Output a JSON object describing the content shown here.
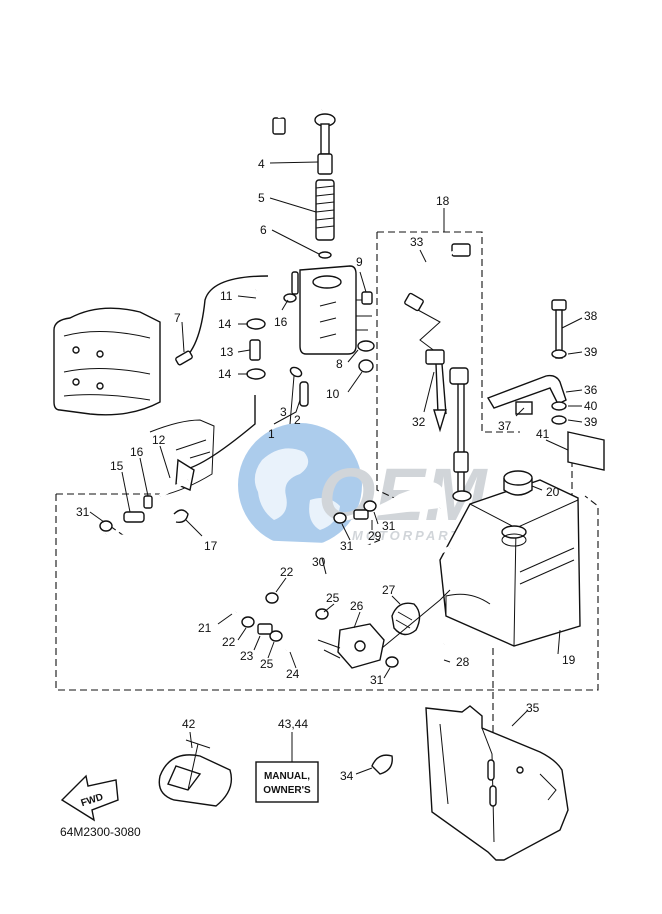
{
  "diagram_code": "64M2300-3080",
  "manual_label": {
    "line1": "MANUAL,",
    "line2": "OWNER'S"
  },
  "fwd_label": "FWD",
  "watermark": {
    "main": "OEM",
    "sub": "MOTORPARTS"
  },
  "colors": {
    "ink": "#111111",
    "watermark_blue": "#4a8fd6",
    "watermark_gray": "#9aa3ad"
  },
  "callouts": {
    "c1": "1",
    "c2": "2",
    "c3": "3",
    "c4": "4",
    "c5": "5",
    "c6": "6",
    "c7": "7",
    "c8": "8",
    "c9": "9",
    "c10": "10",
    "c11": "11",
    "c12": "12",
    "c13": "13",
    "c14a": "14",
    "c14b": "14",
    "c15": "15",
    "c16a": "16",
    "c16b": "16",
    "c17": "17",
    "c18": "18",
    "c19": "19",
    "c20": "20",
    "c21": "21",
    "c22a": "22",
    "c22b": "22",
    "c23": "23",
    "c24": "24",
    "c25a": "25",
    "c25b": "25",
    "c26": "26",
    "c27": "27",
    "c28": "28",
    "c29": "29",
    "c30": "30",
    "c31a": "31",
    "c31b": "31",
    "c31c": "31",
    "c31d": "31",
    "c32": "32",
    "c33": "33",
    "c34": "34",
    "c35": "35",
    "c36": "36",
    "c37": "37",
    "c38": "38",
    "c39a": "39",
    "c39b": "39",
    "c40": "40",
    "c41": "41",
    "c42": "42",
    "c43_44": "43,44"
  }
}
